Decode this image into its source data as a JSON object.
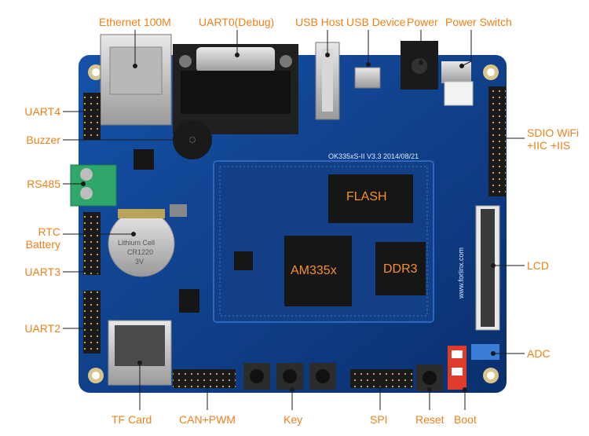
{
  "top_labels": {
    "ethernet": "Ethernet 100M",
    "uart0": "UART0(Debug)",
    "usb_host": "USB Host",
    "usb_device": "USB Device",
    "power": "Power",
    "power_switch": "Power Switch"
  },
  "left_labels": {
    "uart4": "UART4",
    "buzzer": "Buzzer",
    "rs485": "RS485",
    "rtc_line1": "RTC",
    "rtc_line2": "Battery",
    "uart3": "UART3",
    "uart2": "UART2"
  },
  "right_labels": {
    "sdio_line1": "SDIO WiFi",
    "sdio_line2": "+IIC +IIS",
    "lcd": "LCD",
    "adc": "ADC"
  },
  "bottom_labels": {
    "tf_card": "TF Card",
    "can_pwm": "CAN+PWM",
    "key": "Key",
    "spi": "SPI",
    "reset": "Reset",
    "boot": "Boot"
  },
  "chips": {
    "flash": "FLASH",
    "am335x": "AM335x",
    "ddr3": "DDR3"
  },
  "silkscreen": {
    "board_id": "OK335xS-II V3.3  2014/08/21",
    "battery_line1": "Lithium Cell",
    "battery_line2": "CR1220",
    "battery_line3": "3V",
    "brand": "www.forlinx.com"
  },
  "colors": {
    "board": "#0f3f8c",
    "label": "#f0801a",
    "line": "#1a1a1a"
  }
}
